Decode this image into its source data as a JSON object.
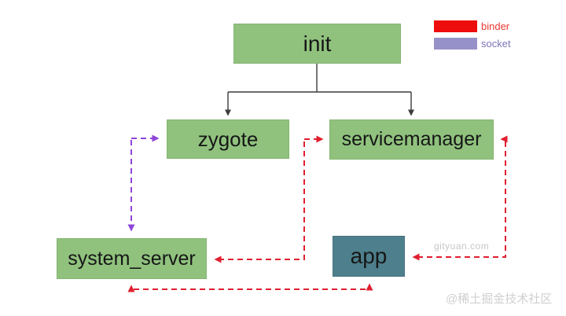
{
  "nodes": {
    "init": "init",
    "zygote": "zygote",
    "servicemanager": "servicemanager",
    "system_server": "system_server",
    "app": "app"
  },
  "legend": {
    "items": [
      {
        "label": "binder",
        "color": "#ee0d0d",
        "label_color": "#e8392f"
      },
      {
        "label": "socket",
        "color": "#9691c8",
        "label_color": "#7c74bb"
      }
    ]
  },
  "edges": [
    {
      "from": "init",
      "to": "zygote",
      "type": "fork",
      "style": "solid",
      "color": "#3c3c3c"
    },
    {
      "from": "init",
      "to": "servicemanager",
      "type": "fork",
      "style": "solid",
      "color": "#3c3c3c"
    },
    {
      "from": "system_server",
      "to": "zygote",
      "type": "socket",
      "style": "dashed",
      "color": "#8f45d8",
      "bidirectional": true
    },
    {
      "from": "system_server",
      "to": "servicemanager",
      "type": "binder",
      "style": "dashed",
      "color": "#e01f2f",
      "bidirectional": true
    },
    {
      "from": "app",
      "to": "servicemanager",
      "type": "binder",
      "style": "dashed",
      "color": "#e01f2f",
      "bidirectional": true
    },
    {
      "from": "system_server",
      "to": "app",
      "type": "binder",
      "style": "dashed",
      "color": "#e01f2f",
      "bidirectional": true
    }
  ],
  "watermarks": {
    "gityuan": "gityuan.com",
    "community": "@稀土掘金技术社区"
  },
  "colors": {
    "background": "#ffffff",
    "node_fill_green": "#90c27e",
    "node_fill_teal": "#4e7f8c",
    "node_text": "#161616",
    "binder_line": "#e01f2f",
    "socket_line": "#8f45d8",
    "fork_line": "#3c3c3c"
  }
}
